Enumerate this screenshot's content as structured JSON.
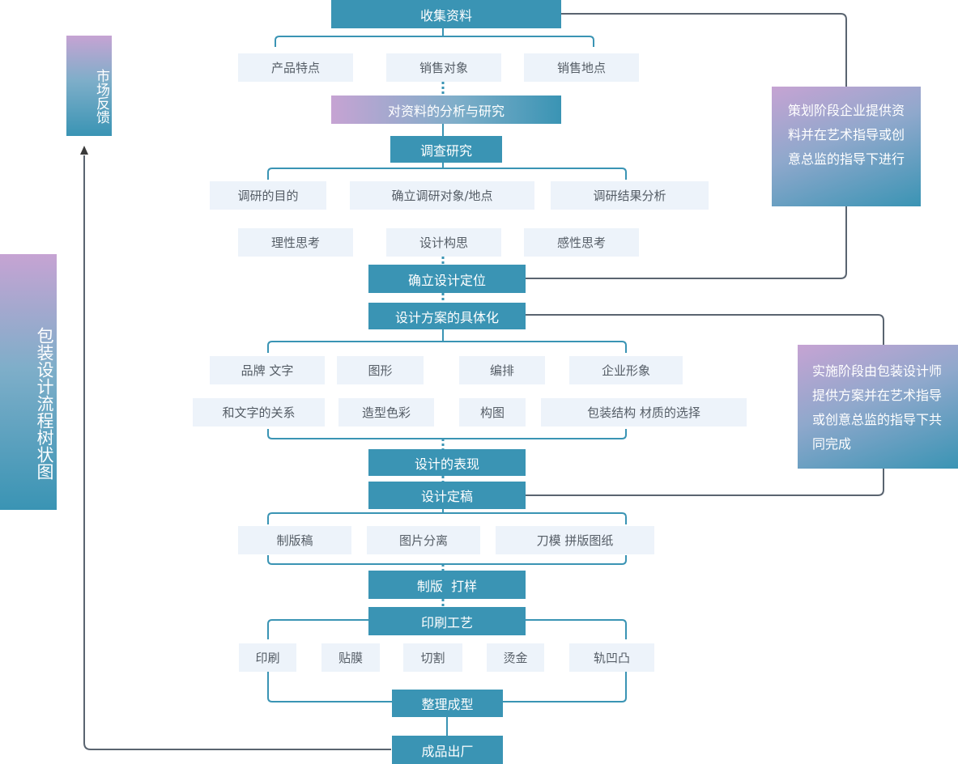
{
  "side_title": "包装设计流程树状图",
  "feedback_label": "市场反馈",
  "notes": {
    "planning": "策划阶段企业提供资料并在艺术指导或创意总监的指导下进行",
    "implementation": "实施阶段由包装设计师提供方案并在艺术指导或创意总监的指导下共同完成"
  },
  "main_steps": {
    "s1": "收集资料",
    "s2": "对资料的分析与研究",
    "s3": "调查研究",
    "s4": "确立设计定位",
    "s5": "设计方案的具体化",
    "s6": "设计的表现",
    "s7": "设计定稿",
    "s8": "制版  打样",
    "s9": "印刷工艺",
    "s10": "整理成型",
    "s11": "成品出厂"
  },
  "sub_items": {
    "collect": [
      "产品特点",
      "销售对象",
      "销售地点"
    ],
    "research": [
      "调研的目的",
      "确立调研对象/地点",
      "调研结果分析"
    ],
    "thinking": [
      "理性思考",
      "设计构思",
      "感性思考"
    ],
    "concrete_row1": [
      "品牌  文字",
      "图形",
      "编排",
      "企业形象"
    ],
    "concrete_row2": [
      "和文字的关系",
      "造型色彩",
      "构图",
      "包装结构  材质的选择"
    ],
    "finalize": [
      "制版稿",
      "图片分离",
      "刀模  拼版图纸"
    ],
    "printing": [
      "印刷",
      "贴膜",
      "切割",
      "烫金",
      "轨凹凸"
    ]
  },
  "colors": {
    "primary": "#3a94b4",
    "accent": "#c6a3d3",
    "sub_bg": "#edf3fa",
    "sub_text": "#555d66",
    "line": "#5a6470"
  }
}
